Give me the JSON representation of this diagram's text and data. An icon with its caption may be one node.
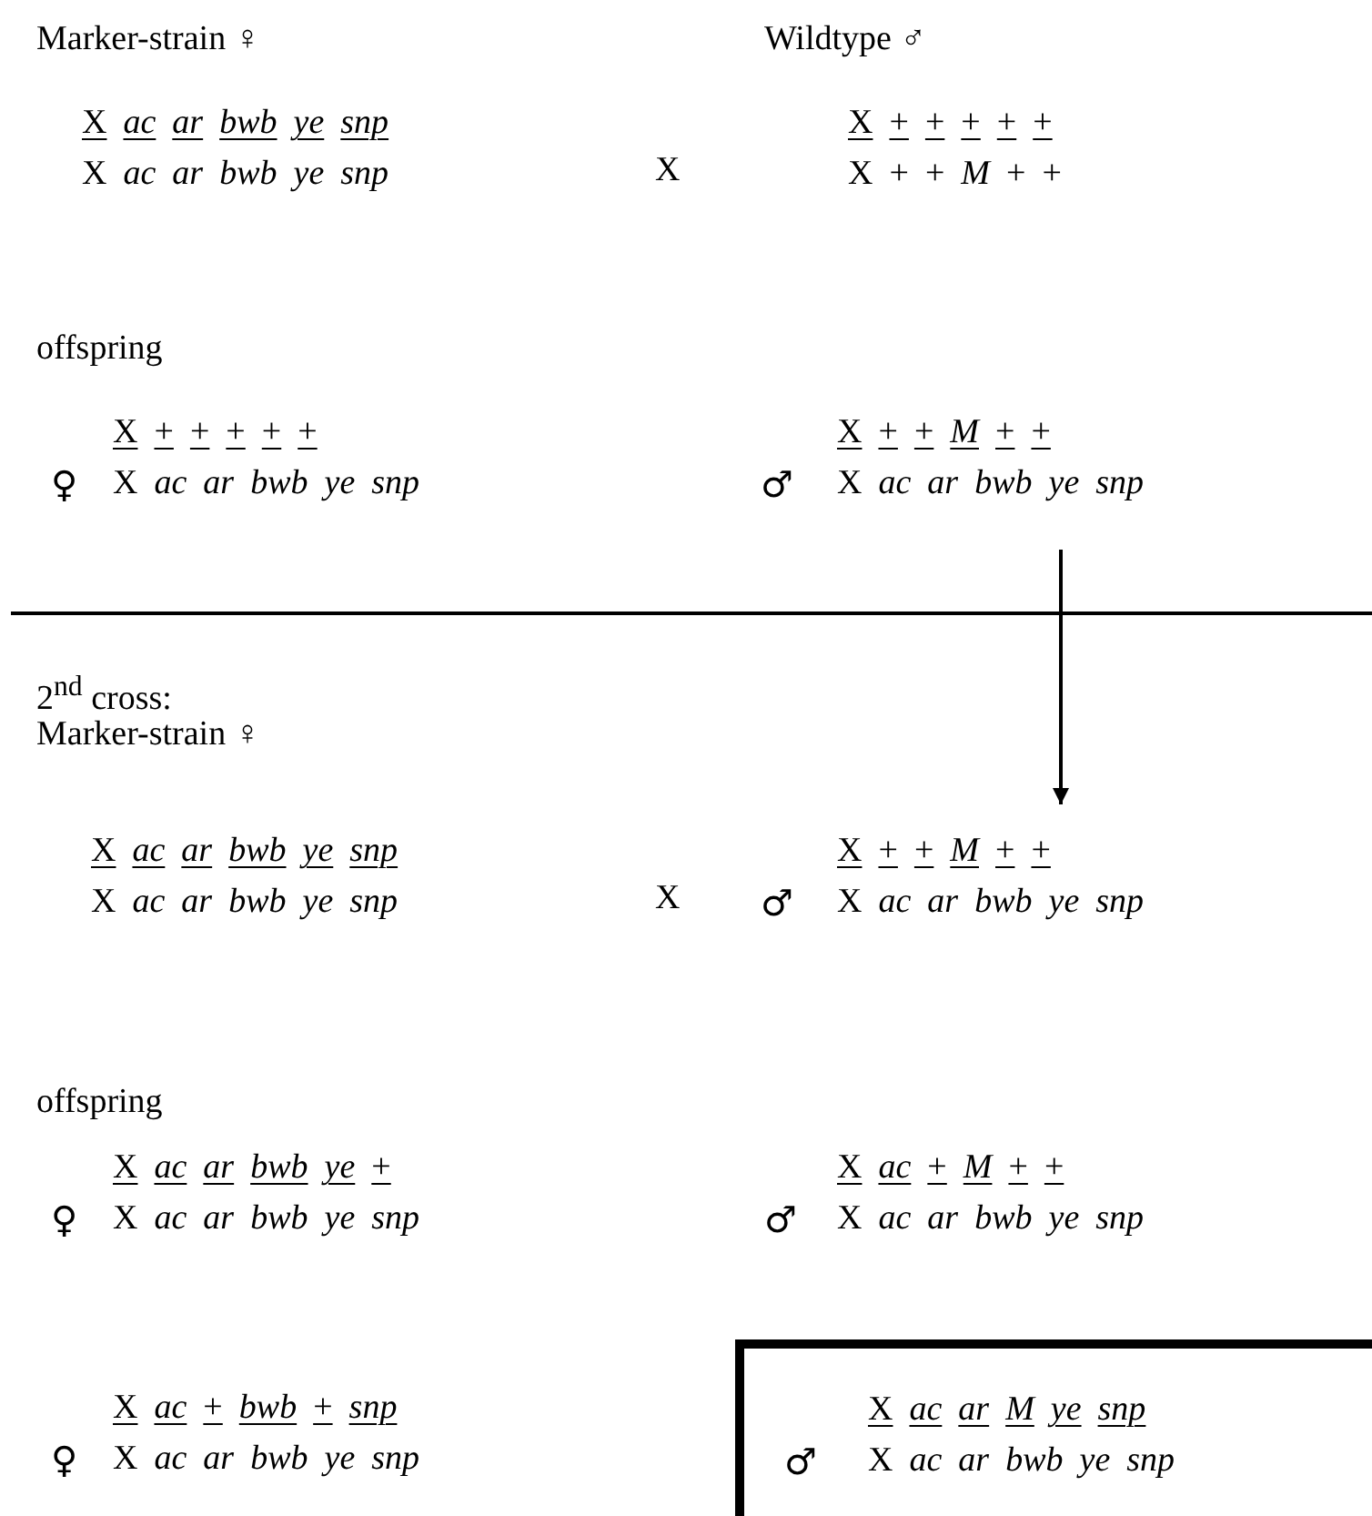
{
  "diagram": {
    "nodes": [
      {
        "text": [
          "X + + *M* + +",
          "X *ac* *ar* *bwb* *ye* *snp*"
        ],
        "beside": [
          "♂"
        ]
      },
      {
        "text": [
          "X + + *M* + +",
          "X *ac* *ar* *bwb* *ye* *snp*"
        ],
        "beside": [
          "♂"
        ]
      },
      {
        "text": [
          "X *ac* *ar* *M* *ye* *snp*",
          "♂",
          "X *ac* *ar* *bwb* *ye* *snp*"
        ]
      }
    ],
    "edges": [
      {
        "from": 0,
        "to": 1,
        "arrow": "to"
      }
    ],
    "labels": [
      "Marker-strain ♀",
      "Wildtype ♂",
      "X *ac* *ar* *bwb* *ye* *snp*",
      "X + + + + +",
      "X *ac* *ar* *bwb* *ye* *snp*",
      "X",
      "X + + *M* + +",
      "offspring",
      "X + + + + +",
      "♀",
      "X *ac* *ar* *bwb* *ye* *snp*",
      "2$^{nd}$ cross:",
      "Marker-strain ♀",
      "X *ac* *ar* *bwb* *ye* *snp*",
      "X *ac* *ar* *bwb* *ye* *snp*",
      "X",
      "offspring",
      "X *ac* *ar* *bwb* *ye* +",
      "♀",
      "X *ac* *ar* *bwb* *ye* *snp*",
      "X *ac* + *M* + +",
      "♂",
      "X *ac* *ar* *bwb* *ye* *snp*",
      "X *ac* + *bwb* + *snp*",
      "♀",
      "X *ac* *ar* *bwb* *ye* *snp*"
    ]
  }
}
